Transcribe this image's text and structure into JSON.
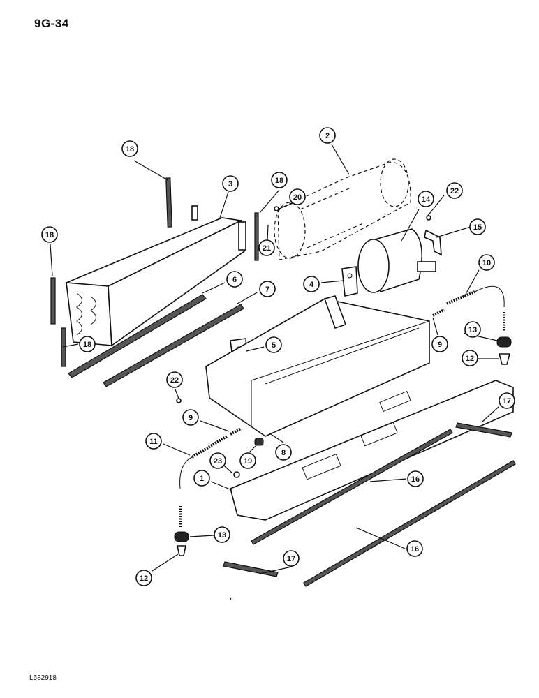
{
  "header": {
    "page_code": "9G-34"
  },
  "footer": {
    "figure_id": "L682918"
  },
  "callouts": {
    "c1": "1",
    "c2": "2",
    "c3": "3",
    "c4": "4",
    "c5": "5",
    "c6": "6",
    "c7": "7",
    "c8": "8",
    "c9a": "9",
    "c9b": "9",
    "c10": "10",
    "c11": "11",
    "c12a": "12",
    "c12b": "12",
    "c13a": "13",
    "c13b": "13",
    "c14": "14",
    "c15": "15",
    "c16a": "16",
    "c16b": "16",
    "c17a": "17",
    "c17b": "17",
    "c18a": "18",
    "c18b": "18",
    "c18c": "18",
    "c18d": "18",
    "c19": "19",
    "c20": "20",
    "c21": "21",
    "c22a": "22",
    "c22b": "22",
    "c23": "23"
  }
}
